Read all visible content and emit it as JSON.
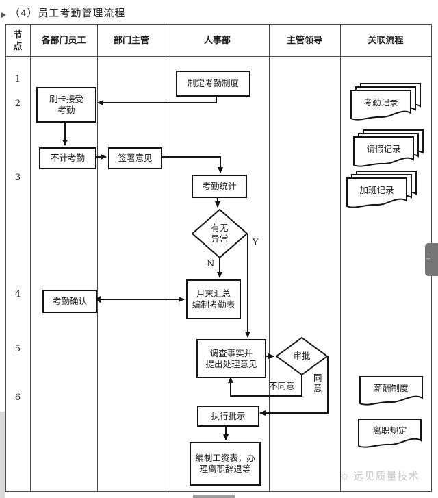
{
  "title": {
    "text": "（4）员工考勤管理流程"
  },
  "table": {
    "headers": [
      {
        "label": "节\n点"
      },
      {
        "label": "各部门员工"
      },
      {
        "label": "部门主管"
      },
      {
        "label": "人事部"
      },
      {
        "label": "主管领导"
      },
      {
        "label": "关联流程"
      }
    ],
    "nodes": [
      {
        "label": "1"
      },
      {
        "label": "2"
      },
      {
        "label": "3"
      },
      {
        "label": "4"
      },
      {
        "label": "5"
      },
      {
        "label": "6"
      }
    ]
  },
  "flowchart": {
    "boxes": [
      {
        "label": "制定考勤制度"
      },
      {
        "label": "刷卡接受\n考勤"
      },
      {
        "label": "不计考勤"
      },
      {
        "label": "签署意见"
      },
      {
        "label": "考勤统计"
      },
      {
        "label": "月末汇总\n编制考勤表"
      },
      {
        "label": "考勤确认"
      },
      {
        "label": "调查事实并\n提出处理意见"
      },
      {
        "label": "执行批示"
      },
      {
        "label": "编制工资表，办\n理离职辞退等"
      }
    ],
    "decisions": [
      {
        "label": "有无\n异常",
        "branch_yes": "Y",
        "branch_no": "N"
      },
      {
        "label": "审批",
        "branch_agree": "同\n意",
        "branch_disagree": "不同意"
      }
    ],
    "documents": [
      {
        "label": "考勤记录"
      },
      {
        "label": "请假记录"
      },
      {
        "label": "加班记录"
      },
      {
        "label": "薪酬制度"
      },
      {
        "label": "离职规定"
      }
    ]
  },
  "side_tab": {
    "glyph": "+"
  },
  "watermark": {
    "logo": "☼",
    "text": "远见质量技术"
  },
  "colors": {
    "flow_line": "#141414",
    "table_line": "#4a4a4a",
    "tab_bg": "#767676",
    "watermark_text": "#c6c6c6"
  }
}
